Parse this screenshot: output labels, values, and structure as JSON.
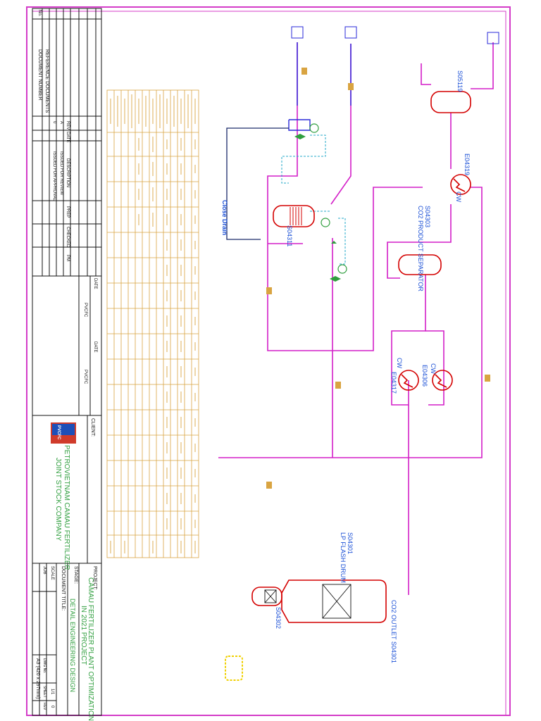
{
  "colors": {
    "border": "#d43cc8",
    "process_line": "#d41fc8",
    "line_blue": "#2a2ad8",
    "vessel": "#d40000",
    "table_gold": "#d9a441",
    "text_blue": "#1a4fd6",
    "text_green": "#2f9e3e",
    "dashed_cyan": "#23a8c9",
    "frame_black": "#111111"
  },
  "title_block": {
    "project_label": "PROJECT:",
    "project_name": "CAMAU FERTILIZER PLANT OPTIMIZATION",
    "project_sub": "IN 2021 PROJECT",
    "stage_label": "STAGE:",
    "stage_value": "DETAIL ENGINEERING DESIGN",
    "doc_title_label": "DOCUMENT TITLE:",
    "job_label": "JOB",
    "scale_label": "SCALE",
    "dwg_label": "DWG No.",
    "sheet_label": "SHEET",
    "rev_label": "REV",
    "sheet_value": "1/1",
    "rev_value": "0",
    "paper_size": "A3 (420 x 297mm)",
    "client_label": "CLIENT:",
    "company_line1": "PETROVIETNAM CAMAU FERTILIZER",
    "company_line2": "JOINT STOCK COMPANY",
    "logo_text": "PVCFC",
    "company_short": "PVCFC",
    "date_label": "DATE"
  },
  "revision_table": {
    "headers": [
      "REV",
      "DATE",
      "DESCRIPTION",
      "PREP",
      "CHECKED",
      "PM"
    ],
    "rows": [
      {
        "rev": "0",
        "description": "ISSUED FOR APPROVAL"
      },
      {
        "rev": "A",
        "description": "ISSUED FOR REVIEW"
      }
    ],
    "ref_labels": [
      "No.",
      "DOCUMENT NUMBER",
      "REFERENCE DOCUMENTS"
    ]
  },
  "diagram": {
    "equipment": [
      {
        "tag": "S04301",
        "desc": "LP FLASH DRUM"
      },
      {
        "tag": "CO2 OUTLET S04301"
      },
      {
        "tag": "S04302"
      },
      {
        "tag": "S04303",
        "desc": "CO2 PRODUCT SEPARATOR"
      },
      {
        "tag": "S04311"
      },
      {
        "tag": "S05119"
      },
      {
        "tag": "E04319"
      },
      {
        "tag": "E04306"
      },
      {
        "tag": "E04317"
      },
      {
        "tag": "CW"
      },
      {
        "tag": "CW"
      },
      {
        "tag": "CW"
      }
    ],
    "closed_drain": "Close Drain"
  }
}
